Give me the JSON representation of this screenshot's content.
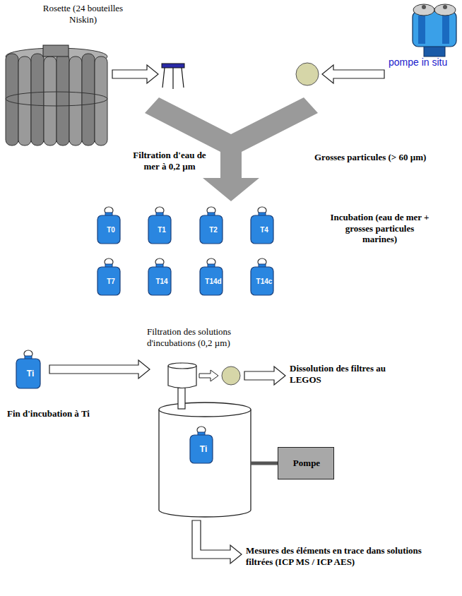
{
  "diagram": {
    "nodes": [
      {
        "text": [
          "Rosette (24 bouteilles Niskin)"
        ]
      },
      {
        "text": [
          "Filtration d'eau de mer à 0,2 µm"
        ]
      },
      {
        "text": [
          "Grosses particules (> 60 µm)"
        ]
      },
      {
        "text": [
          "pompe in situ"
        ]
      },
      {
        "text": [
          "T0"
        ]
      },
      {
        "text": [
          "T1"
        ]
      },
      {
        "text": [
          "T2"
        ]
      },
      {
        "text": [
          "T4"
        ]
      },
      {
        "text": [
          "T7"
        ]
      },
      {
        "text": [
          "T14"
        ]
      },
      {
        "text": [
          "T14d"
        ]
      },
      {
        "text": [
          "T14c"
        ]
      },
      {
        "text": [
          "Ti"
        ]
      },
      {
        "text": [
          "Ti"
        ]
      },
      {
        "text": [
          "Pompe"
        ]
      }
    ],
    "edges": [
      {
        "from": 0,
        "to": 1,
        "arrow": "to"
      },
      {
        "from": 3,
        "to": 2,
        "arrow": "to"
      }
    ],
    "labels": [
      "Incubation (eau de mer + grosses particules marines)",
      "Filtration des solutions d'incubations (0,2 µm)",
      "Fin d'incubation à Ti",
      "Dissolution des filtres au LEGOS",
      "Mesures des éléments en trace dans solutions filtrées (ICP MS / ICP AES)"
    ]
  }
}
